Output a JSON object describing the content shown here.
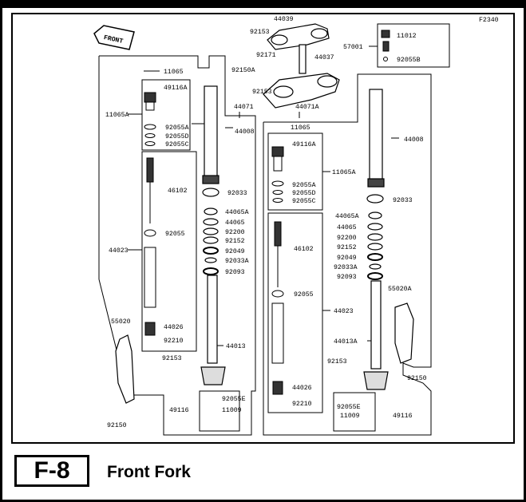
{
  "figure": {
    "code": "F-8",
    "title": "Front Fork",
    "ref": "F2340",
    "front_label": "FRONT"
  },
  "parts": {
    "p44039": "44039",
    "p92153a": "92153",
    "p92171": "92171",
    "p44037": "44037",
    "p92150a": "92150A",
    "p92153b": "92153",
    "p44071": "44071",
    "p44071a": "44071A",
    "p11012": "11012",
    "p57001": "57001",
    "p92055b": "92055B",
    "L_11065": "11065",
    "L_49116a": "49116A",
    "L_11065a": "11065A",
    "L_92055a": "92055A",
    "L_92055d": "92055D",
    "L_92055c": "92055C",
    "L_44008": "44008",
    "L_46102": "46102",
    "L_92033": "92033",
    "L_92055": "92055",
    "L_44023": "44023",
    "L_44065a": "44065A",
    "L_44065": "44065",
    "L_92200": "92200",
    "L_92152": "92152",
    "L_92049": "92049",
    "L_92033a": "92033A",
    "L_92093": "92093",
    "L_44026": "44026",
    "L_92210": "92210",
    "L_55020": "55020",
    "L_92153": "92153",
    "L_44013": "44013",
    "L_92150": "92150",
    "L_92055e": "92055E",
    "L_49116": "49116",
    "L_11009": "11009",
    "R_11065": "11065",
    "R_49116a": "49116A",
    "R_11065a": "11065A",
    "R_92055a": "92055A",
    "R_92055d": "92055D",
    "R_92055c": "92055C",
    "R_44008": "44008",
    "R_92033": "92033",
    "R_44065a": "44065A",
    "R_44065": "44065",
    "R_92200": "92200",
    "R_92152": "92152",
    "R_92049": "92049",
    "R_92033a": "92033A",
    "R_92093": "92093",
    "R_46102": "46102",
    "R_92055": "92055",
    "R_55020a": "55020A",
    "R_44023": "44023",
    "R_44013a": "44013A",
    "R_92153": "92153",
    "R_92150": "92150",
    "R_44026": "44026",
    "R_92210": "92210",
    "R_92055e": "92055E",
    "R_11009": "11009",
    "R_49116": "49116"
  }
}
